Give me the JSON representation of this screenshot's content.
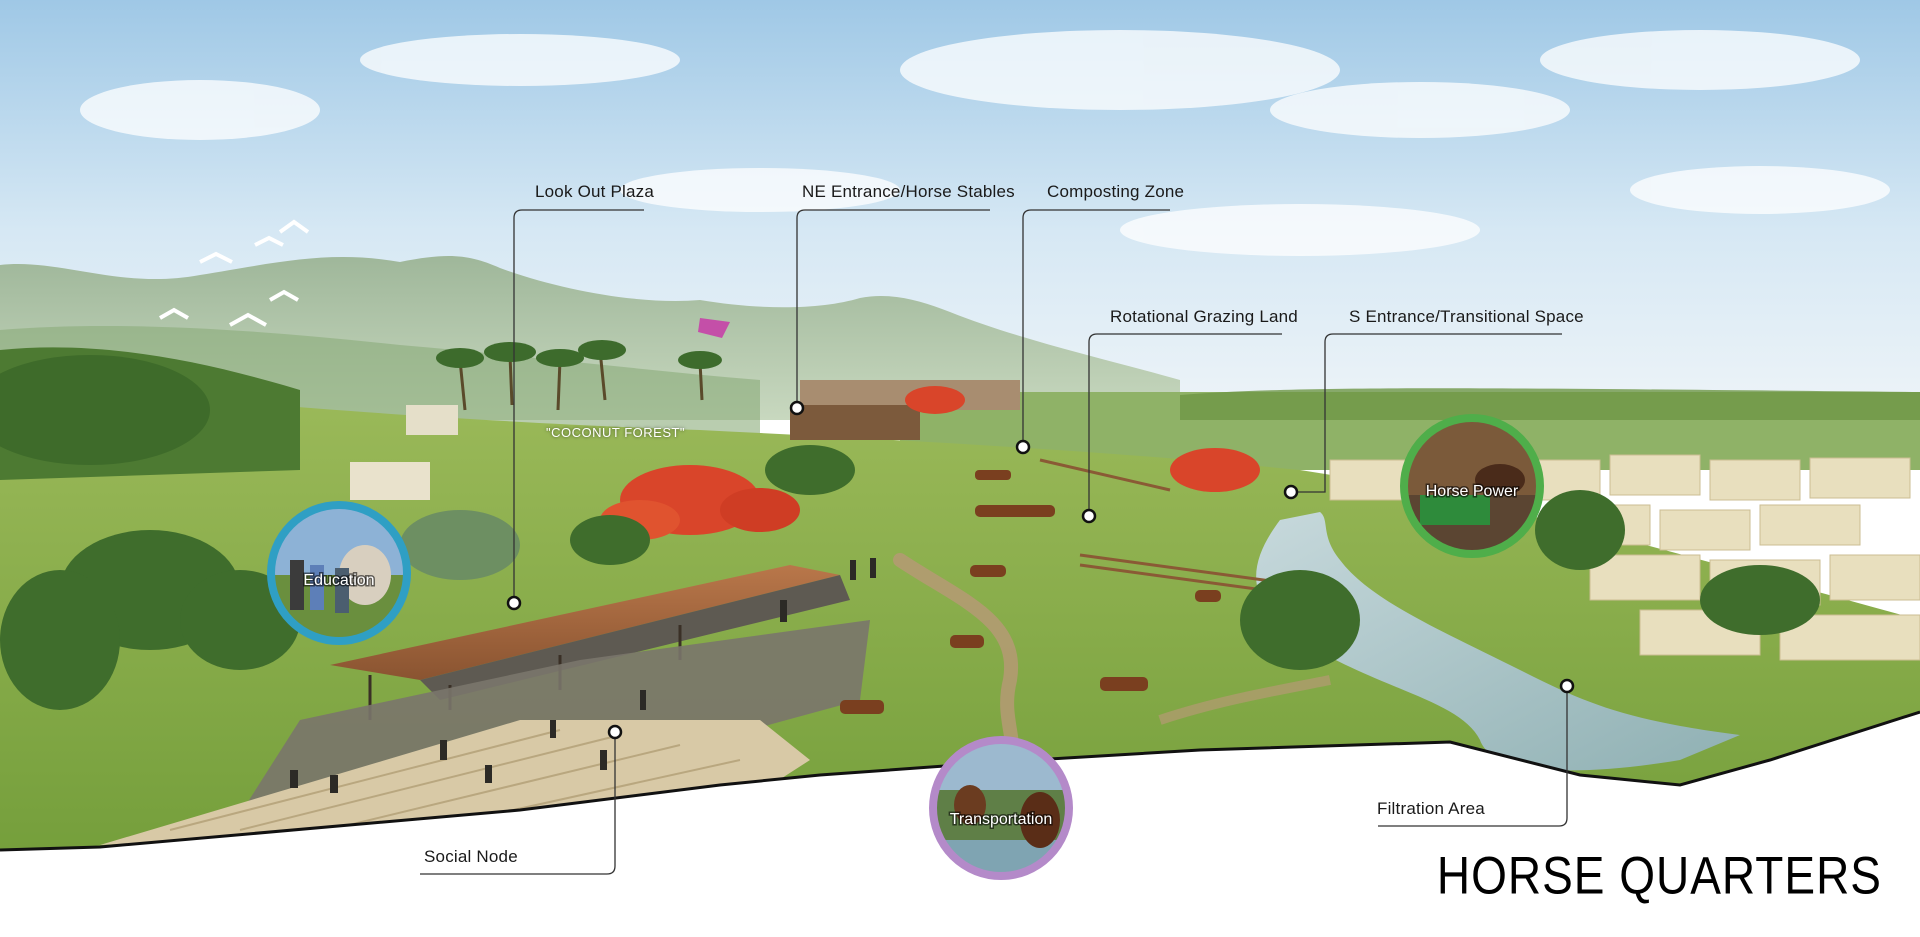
{
  "title": "HORSE QUARTERS",
  "callouts": {
    "look_out_plaza": "Look Out Plaza",
    "ne_entrance": "NE Entrance/Horse Stables",
    "composting_zone": "Composting Zone",
    "rotational_grazing": "Rotational Grazing Land",
    "s_entrance": "S Entrance/Transitional Space",
    "filtration_area": "Filtration Area",
    "social_node": "Social Node"
  },
  "insets": {
    "education": {
      "label": "Education",
      "ring_color": "#2f9fc4"
    },
    "horse_power": {
      "label": "Horse Power",
      "ring_color": "#4fae4a"
    },
    "transportation": {
      "label": "Transportation",
      "ring_color": "#b48ac9"
    }
  },
  "scene_text": {
    "coconut_forest": "\"COCONUT FOREST\""
  }
}
